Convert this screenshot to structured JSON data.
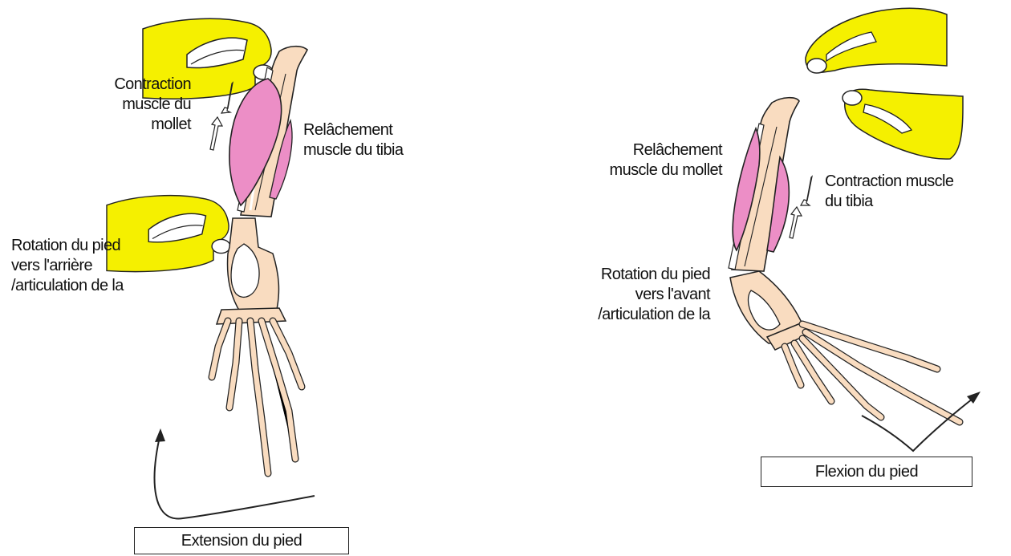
{
  "colors": {
    "muscle": "#ec8ec6",
    "bone": "#f9dcc0",
    "hand": "#f5f000",
    "outline": "#222222"
  },
  "left_panel": {
    "calf_label": [
      "Contraction",
      "muscle du",
      "mollet"
    ],
    "tibia_label": [
      "Relâchement",
      "muscle du tibia"
    ],
    "rotation_label": [
      "Rotation  du pied",
      "vers l'arrière",
      "/articulation de la"
    ],
    "caption": "Extension du pied"
  },
  "right_panel": {
    "calf_label": [
      "Relâchement",
      "muscle du mollet"
    ],
    "tibia_label": [
      "Contraction muscle",
      "du tibia"
    ],
    "rotation_label": [
      "Rotation  du pied",
      "vers l'avant",
      "/articulation de la"
    ],
    "caption": "Flexion du pied"
  }
}
